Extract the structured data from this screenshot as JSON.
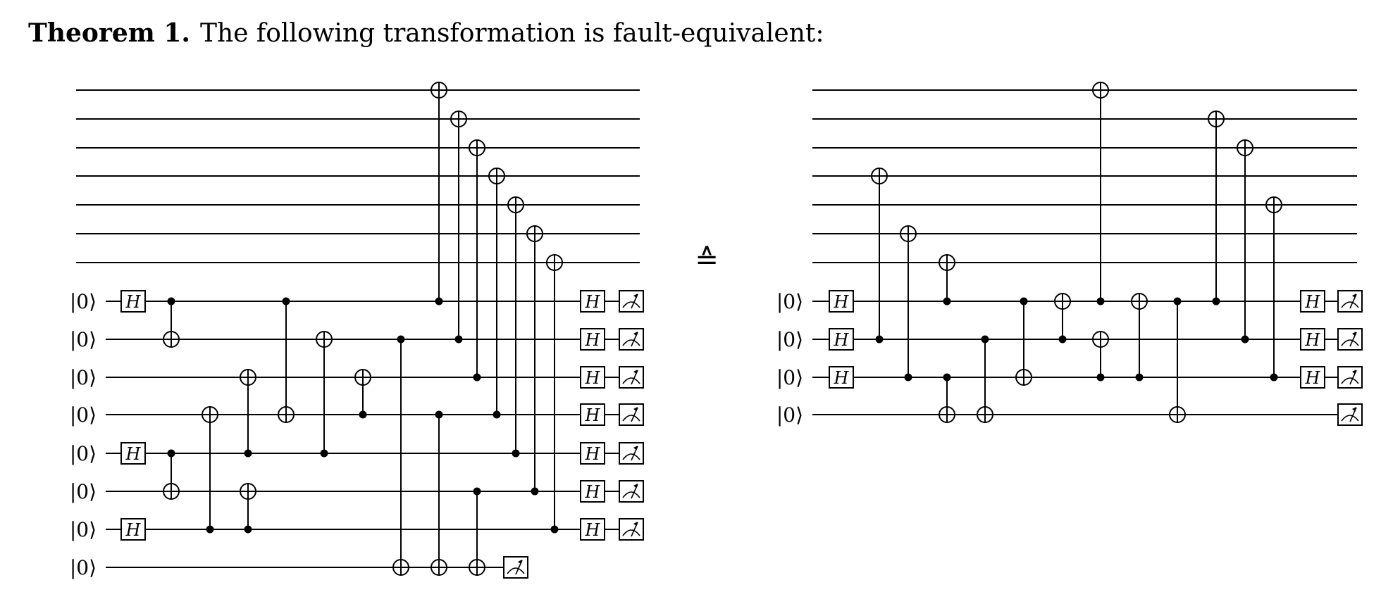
{
  "theorem": {
    "label": "Theorem 1.",
    "statement": "The following transformation is fault-equivalent:"
  },
  "equivalence_symbol": "≙",
  "gate_labels": {
    "hadamard": "H",
    "ket_zero": "|0⟩"
  },
  "icons": {
    "measure": "measurement-meter-icon",
    "target": "cnot-target-icon",
    "control": "control-dot-icon"
  },
  "left_circuit": {
    "data_wires": 7,
    "ancillas": 8,
    "initial_h": [
      0,
      4,
      6
    ],
    "cnots": [
      [
        0,
        1
      ],
      [
        4,
        5
      ],
      [
        6,
        3
      ],
      [
        4,
        2
      ],
      [
        6,
        5
      ],
      [
        0,
        3
      ],
      [
        4,
        1
      ],
      [
        3,
        2
      ],
      [
        1,
        7
      ],
      [
        0,
        "d0"
      ],
      [
        3,
        7
      ],
      [
        1,
        "d1"
      ],
      [
        2,
        "d2"
      ],
      [
        5,
        7
      ],
      [
        3,
        "d3"
      ],
      [
        4,
        "d4"
      ],
      [
        5,
        "d5"
      ],
      [
        6,
        "d6"
      ]
    ],
    "measure_after_h": [
      0,
      1,
      2,
      3,
      4,
      5,
      6
    ],
    "measure_only": [
      7
    ]
  },
  "right_circuit": {
    "data_wires": 7,
    "ancillas": 4,
    "initial_h": [
      0,
      1,
      2
    ],
    "cnots": [
      [
        1,
        "d3"
      ],
      [
        2,
        "d5"
      ],
      [
        0,
        "d6"
      ],
      [
        2,
        3
      ],
      [
        1,
        3
      ],
      [
        0,
        2
      ],
      [
        1,
        0
      ],
      [
        0,
        "d0"
      ],
      [
        2,
        1
      ],
      [
        2,
        0
      ],
      [
        0,
        3
      ],
      [
        0,
        "d1"
      ],
      [
        1,
        "d2"
      ],
      [
        2,
        "d4"
      ]
    ],
    "measure_after_h": [
      0,
      1,
      2
    ],
    "measure_only": [
      3
    ]
  }
}
